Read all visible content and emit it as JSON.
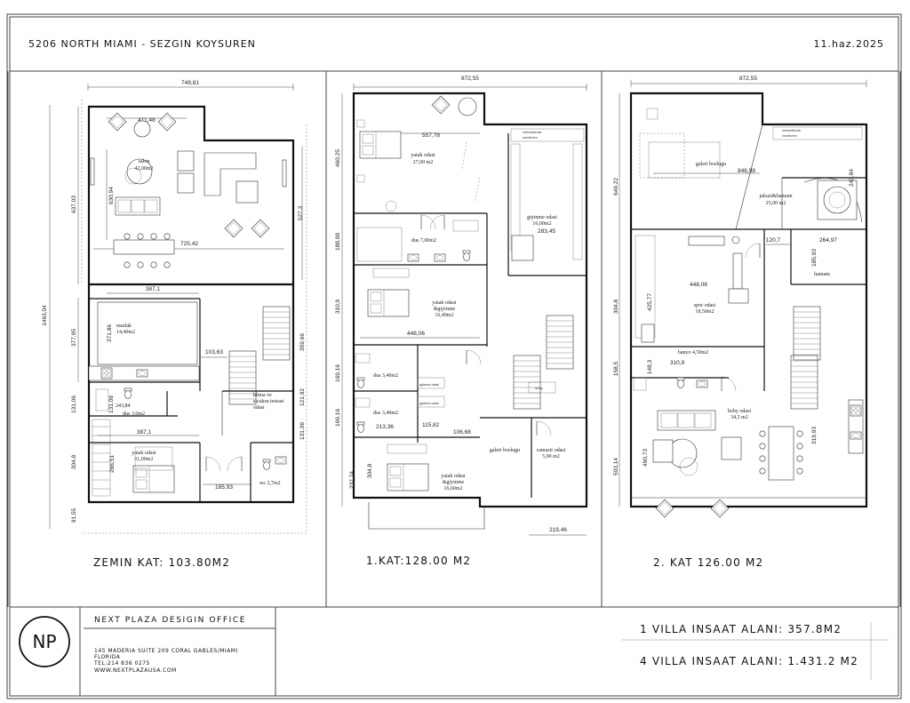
{
  "header": {
    "project": "5206 NORTH MIAMI - SEZGIN KOYSUREN",
    "date": "11.haz.2025"
  },
  "plans": {
    "ground": {
      "label": "ZEMIN KAT: 103.80M2",
      "dims": {
        "top": "749,81",
        "d411": "411,48",
        "d725": "725,42",
        "d387a": "387,1",
        "d103": "103,63",
        "d243": "243,84",
        "d387b": "387,1",
        "d185": "185,93",
        "d1463": "1463,04",
        "d637": "637,03",
        "d630": "630,94",
        "d527": "527,3",
        "d377": "377,95",
        "d371": "371,86",
        "d359": "359,66",
        "d131a": "131,06",
        "d131b": "131,06",
        "d121": "121,92",
        "d304": "304,8",
        "d286": "286,51",
        "d131c": "131,06",
        "d91": "91,55"
      },
      "rooms": {
        "salon": "salon",
        "salon_area": "42,00m2",
        "mutfak": "mutfak",
        "mutfak_area": "14,40m2",
        "klima1": "klima ve",
        "klima2": "sicaksu tesisat",
        "klima3": "odasi",
        "dus": "dus 3,0m2",
        "yatak": "yatak odasi",
        "yatak_area": "11,00m2",
        "wc": "wc 2,7m2"
      }
    },
    "first": {
      "label": "1.KAT:128.00 M2",
      "dims": {
        "top": "872,55",
        "d557": "557,78",
        "d283": "283,45",
        "d448": "448,06",
        "d213": "213,36",
        "d115": "115,82",
        "d106": "106,68",
        "d219": "219,46",
        "d460": "460,25",
        "d188": "188,98",
        "d310": "310,9",
        "d169a": "169,16",
        "d169b": "169,16",
        "d304": "304,8",
        "d237": "237,74"
      },
      "rooms": {
        "y1": "yatak odasi",
        "y1_area": "27,00 m2",
        "mek1": "mekanik/mak",
        "mek2": "menfez/en",
        "giy": "giyinme odasi",
        "giy_area": "16,00m2",
        "dus7": "dus 7,00m2",
        "y2": "yatak odasi",
        "y2b": "&giyinme",
        "y2_area": "16,40m2",
        "dus3a": "dus 3,40m2",
        "giyA": "giyinme odasi",
        "dus3b": "dus 3,40m2",
        "giyB": "giyinme odasi",
        "dolap": "dolap",
        "galeri": "galeri boslugu",
        "camasir": "camasir odasi",
        "camasir_area": "5,90 m2",
        "y3": "yatak odasi",
        "y3b": "&giyinme",
        "y3_area": "16,60m2"
      }
    },
    "second": {
      "label": "2. KAT 126.00 M2",
      "dims": {
        "top": "872,55",
        "d846": "846,98",
        "d120": "120,7",
        "d264": "264,97",
        "d448": "448,06",
        "d310": "310,9",
        "d649": "649,22",
        "d243": "243,84",
        "d185": "185,93",
        "d425": "425,77",
        "d304": "304,8",
        "d158": "158,5",
        "d148": "148,3",
        "d503": "503,14",
        "d490": "490,73",
        "d319": "319,93"
      },
      "rooms": {
        "galeri": "galeri boslugu",
        "mek1": "mekanik/mak",
        "mek2": "menfez/en",
        "jakuzi": "jakuzi&hamam",
        "jakuzi_area": "25,00 m2",
        "hamam": "hamam",
        "spor": "spor odasi",
        "spor_area": "18,50m2",
        "banyo": "banyo 4,50m2",
        "hobi": "hoby odasi",
        "hobi_area": "34,5 m2"
      }
    }
  },
  "footer": {
    "logo": "NP",
    "company": "NEXT PLAZA DESIGIN OFFICE",
    "addr1": "145 MADERIA SUITE 209 CORAL GABLES/MIAMI",
    "addr2": "FLORIDA",
    "tel": "TEL:214 836 0275",
    "web": "WWW.NEXTPLAZAUSA.COM",
    "area1": "1 VILLA INSAAT ALANI: 357.8M2",
    "area2": "4 VILLA INSAAT ALANI: 1.431.2 M2"
  }
}
